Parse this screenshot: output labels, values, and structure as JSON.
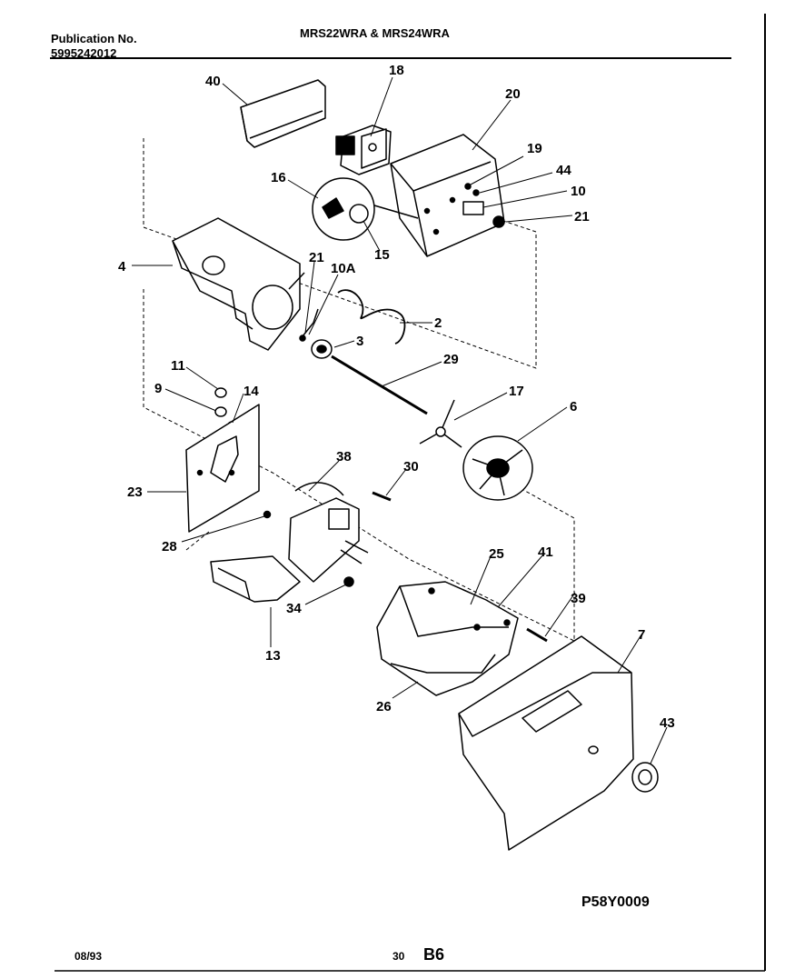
{
  "header": {
    "publication_label": "Publication No.",
    "publication_number": "5995242012",
    "models": "MRS22WRA & MRS24WRA"
  },
  "diagram": {
    "reference_code": "P58Y0009",
    "part_labels": [
      "40",
      "18",
      "20",
      "19",
      "44",
      "10",
      "21",
      "16",
      "15",
      "4",
      "21",
      "10A",
      "2",
      "3",
      "29",
      "17",
      "6",
      "11",
      "14",
      "9",
      "23",
      "38",
      "30",
      "28",
      "25",
      "41",
      "39",
      "34",
      "13",
      "26",
      "7",
      "43"
    ]
  },
  "footer": {
    "date": "08/93",
    "page_number": "30",
    "section": "B6"
  }
}
